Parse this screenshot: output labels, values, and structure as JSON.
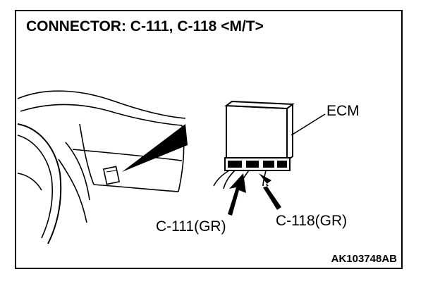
{
  "title": "CONNECTOR: C-111, C-118 <M/T>",
  "labels": {
    "ecm": "ECM",
    "c111": "C-111(GR)",
    "c118": "C-118(GR)"
  },
  "figure_code": "AK103748AB"
}
